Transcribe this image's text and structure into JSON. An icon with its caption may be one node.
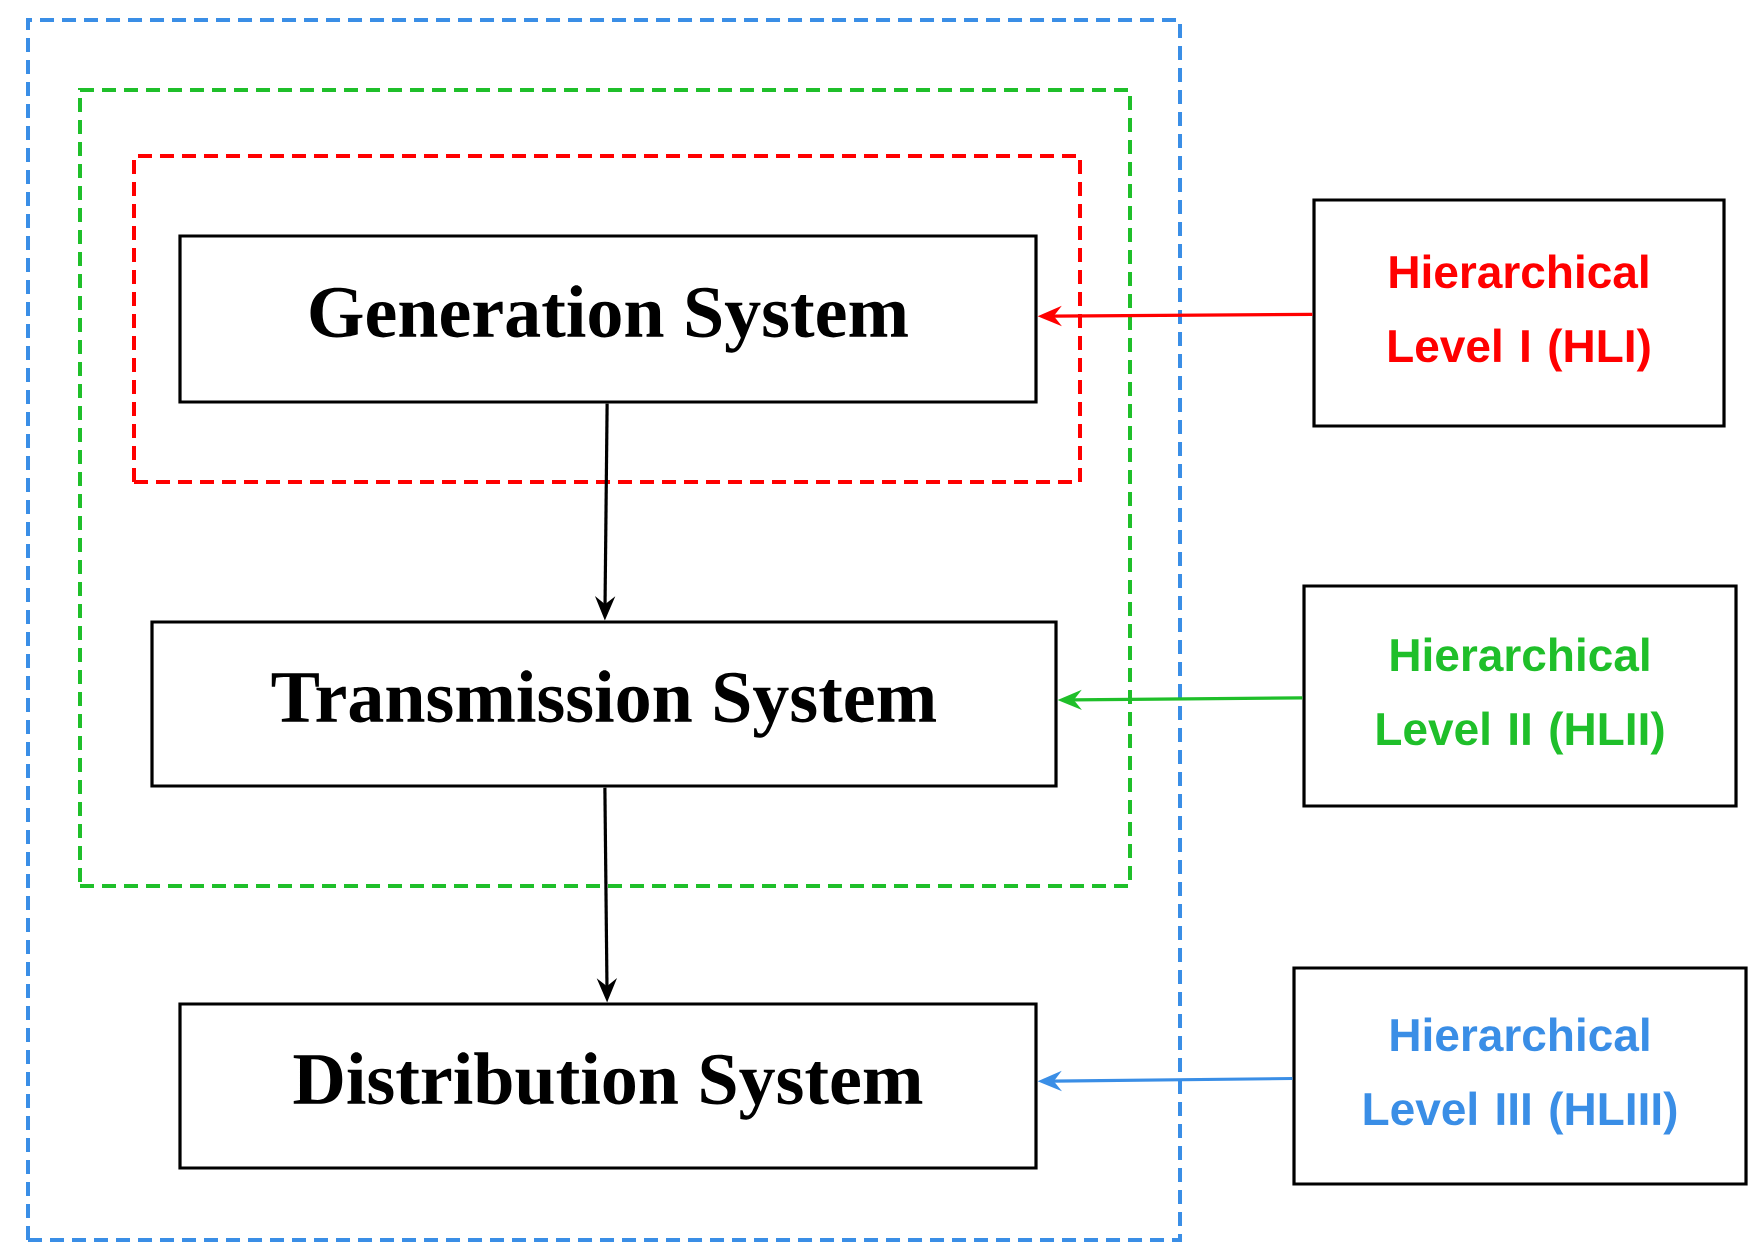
{
  "diagram": {
    "nodes": [
      {
        "text": [],
        "shape": "box"
      },
      {
        "text": [],
        "shape": "box",
        "in": 0
      },
      {
        "text": [],
        "shape": "box",
        "in": 1
      },
      {
        "text": [
          "Generation System"
        ],
        "in": 2
      },
      {
        "text": [
          "Transmission System"
        ],
        "in": 1
      },
      {
        "text": [
          "Distribution System"
        ],
        "in": 0
      },
      {
        "text": [
          "Hierarchical Level I (HLI)"
        ]
      },
      {
        "text": [
          "Hierarchical Level II (HLII)"
        ]
      },
      {
        "text": [
          "Hierarchical Level III (HLIII)"
        ]
      }
    ],
    "edges": [
      {
        "from": 3,
        "to": 4,
        "arrow": "to"
      },
      {
        "from": 4,
        "to": 5,
        "arrow": "to"
      },
      {
        "from": 6,
        "to": 3,
        "arrow": "to",
        "color": "#ff0000"
      },
      {
        "from": 7,
        "to": 4,
        "arrow": "to",
        "color": "#1fbf2a"
      },
      {
        "from": 8,
        "to": 5,
        "arrow": "to",
        "color": "#3a8ee6"
      }
    ]
  }
}
